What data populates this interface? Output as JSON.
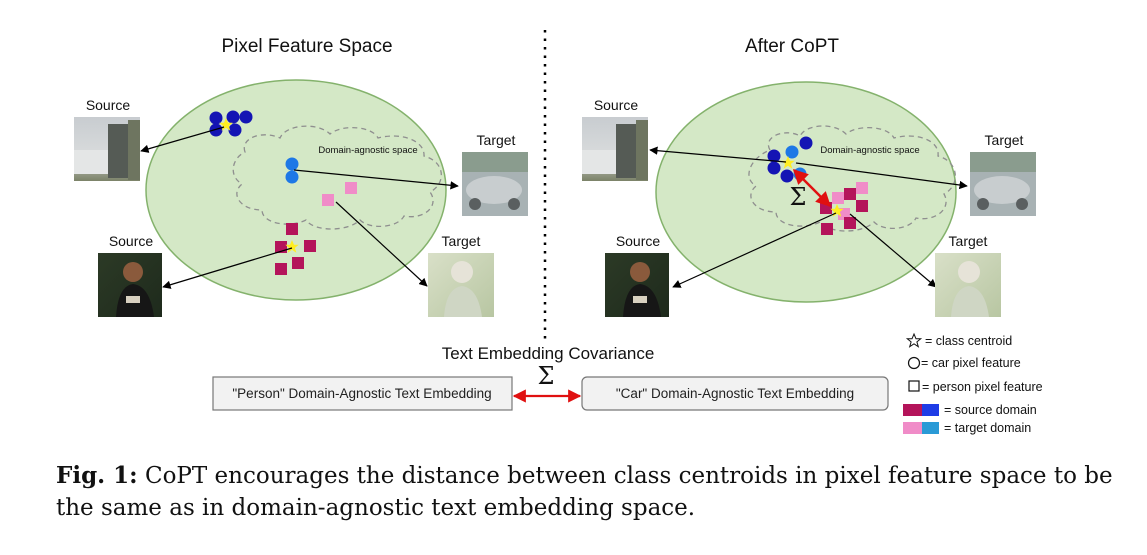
{
  "left_panel": {
    "title": "Pixel Feature Space",
    "source_label_top": "Source",
    "source_label_bottom": "Source",
    "target_label_top": "Target",
    "target_label_bottom": "Target",
    "cloud_label": "Domain-agnostic space"
  },
  "right_panel": {
    "title": "After CoPT",
    "source_label_top": "Source",
    "source_label_bottom": "Source",
    "target_label_top": "Target",
    "target_label_bottom": "Target",
    "cloud_label": "Domain-agnostic space",
    "sigma": "Σ"
  },
  "text_embedding": {
    "title": "Text Embedding Covariance",
    "sigma": "Σ",
    "person_box": "\"Person\" Domain-Agnostic Text Embedding",
    "car_box": "\"Car\" Domain-Agnostic Text Embedding"
  },
  "legend": {
    "centroid": "= class centroid",
    "car": "= car pixel feature",
    "person": "= person pixel feature",
    "source": "= source domain",
    "target": "= target domain"
  },
  "colors": {
    "ellipse_fill": "#d4e8c6",
    "ellipse_stroke": "#84b26c",
    "car_source": "#1414b4",
    "car_target": "#1e78e6",
    "person_source": "#b4145a",
    "person_target": "#f08cc8",
    "centroid": "#ffee22",
    "arrow_red": "#e01010"
  },
  "caption": {
    "label": "Fig. 1:",
    "text": "CoPT encourages the distance between class centroids in pixel feature space to be the same as in domain-agnostic text embedding space."
  }
}
